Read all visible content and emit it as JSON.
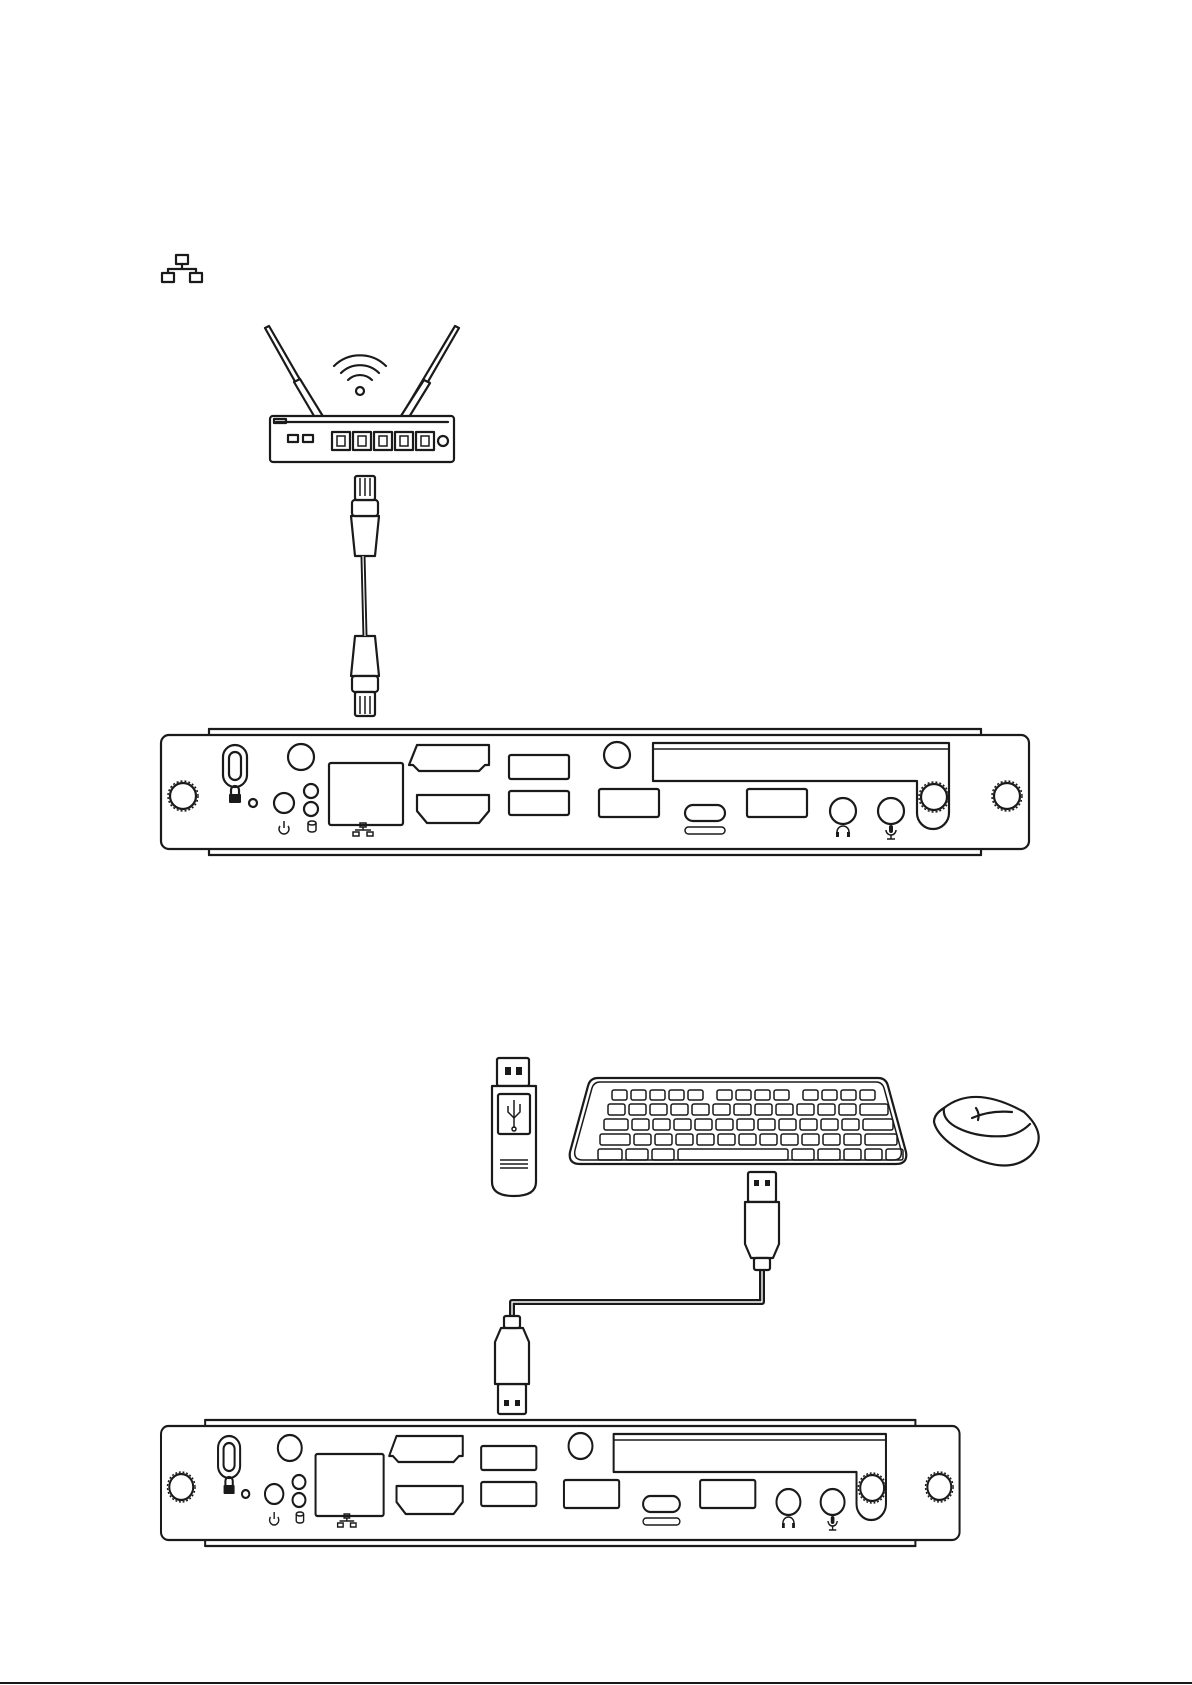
{
  "diagram": {
    "header_icon": "network-lan-icon",
    "sections": [
      {
        "name": "lan-connection",
        "devices": [
          "router-icon",
          "rj45-cable",
          "ops-pc-rear-panel"
        ]
      },
      {
        "name": "usb-connection",
        "devices": [
          "usb-flash-drive-icon",
          "keyboard-icon",
          "mouse-icon",
          "usb-cable",
          "ops-pc-rear-panel"
        ]
      }
    ],
    "panel_port_icons": [
      "lock-icon",
      "power-icon",
      "hdd-led-icon",
      "lan-port-icon",
      "headphone-icon",
      "microphone-icon",
      "usb-c-icon"
    ],
    "colors": {
      "line": "#1a1a1a",
      "background": "#ffffff"
    }
  }
}
